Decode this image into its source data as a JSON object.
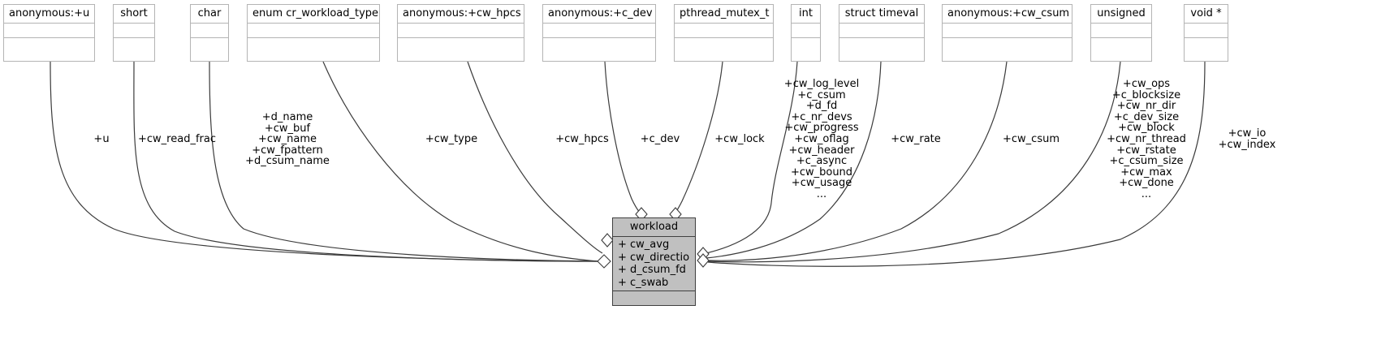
{
  "diagram": {
    "kind": "uml-collaboration-diagram",
    "central_class": {
      "name": "workload",
      "attributes": [
        "+ cw_avg",
        "+ cw_directio",
        "+ d_csum_fd",
        "+ c_swab"
      ],
      "fill_color": "#c0c0c0",
      "border_color": "#404040"
    },
    "node_fill_color": "#ffffff",
    "node_border_color": "#b4b4b4",
    "edge_color": "#3b3b3b"
  },
  "nodes": [
    {
      "id": "u",
      "title": "anonymous:+u"
    },
    {
      "id": "short",
      "title": "short"
    },
    {
      "id": "char",
      "title": "char"
    },
    {
      "id": "cr_workload",
      "title": "enum cr_workload_type"
    },
    {
      "id": "cw_hpcs",
      "title": "anonymous:+cw_hpcs"
    },
    {
      "id": "c_dev",
      "title": "anonymous:+c_dev"
    },
    {
      "id": "pthread",
      "title": "pthread_mutex_t"
    },
    {
      "id": "int",
      "title": "int"
    },
    {
      "id": "timeval",
      "title": "struct timeval"
    },
    {
      "id": "cw_csum",
      "title": "anonymous:+cw_csum"
    },
    {
      "id": "unsigned",
      "title": "unsigned"
    },
    {
      "id": "voidptr",
      "title": "void *"
    }
  ],
  "edge_labels": [
    {
      "id": "label-u",
      "lines": [
        "+u"
      ]
    },
    {
      "id": "label-short",
      "lines": [
        "+cw_read_frac"
      ]
    },
    {
      "id": "label-char",
      "lines": [
        "+d_name",
        "+cw_buf",
        "+cw_name",
        "+cw_fpattern",
        "+d_csum_name"
      ]
    },
    {
      "id": "label-cw-type",
      "lines": [
        "+cw_type"
      ]
    },
    {
      "id": "label-cw-hpcs",
      "lines": [
        "+cw_hpcs"
      ]
    },
    {
      "id": "label-c-dev",
      "lines": [
        "+c_dev"
      ]
    },
    {
      "id": "label-cw-lock",
      "lines": [
        "+cw_lock"
      ]
    },
    {
      "id": "label-int",
      "lines": [
        "+cw_log_level",
        "+c_csum",
        "+d_fd",
        "+c_nr_devs",
        "+cw_progress",
        "+cw_oflag",
        "+cw_header",
        "+c_async",
        "+cw_bound",
        "+cw_usage",
        "..."
      ]
    },
    {
      "id": "label-cw-rate",
      "lines": [
        "+cw_rate"
      ]
    },
    {
      "id": "label-cw-csum",
      "lines": [
        "+cw_csum"
      ]
    },
    {
      "id": "label-unsigned",
      "lines": [
        "+cw_ops",
        "+c_blocksize",
        "+cw_nr_dir",
        "+c_dev_size",
        "+cw_block",
        "+cw_nr_thread",
        "+cw_rstate",
        "+c_csum_size",
        "+cw_max",
        "+cw_done",
        "..."
      ]
    },
    {
      "id": "label-voidptr",
      "lines": [
        "+cw_io",
        "+cw_index"
      ]
    }
  ]
}
